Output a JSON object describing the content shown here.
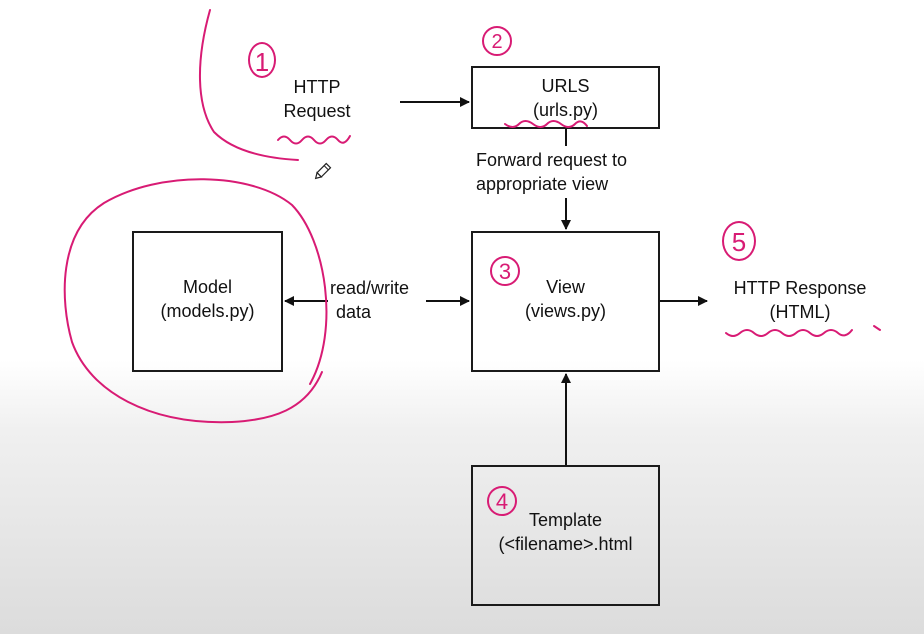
{
  "diagram": {
    "http_request": {
      "line1": "HTTP",
      "line2": "Request"
    },
    "urls": {
      "title": "URLS",
      "file": "(urls.py)"
    },
    "forward_label": {
      "line1": "Forward request to",
      "line2": "appropriate view"
    },
    "view": {
      "title": "View",
      "file": "(views.py)"
    },
    "model": {
      "title": "Model",
      "file": "(models.py)"
    },
    "read_write_label": {
      "line1": "read/write",
      "line2": "data"
    },
    "http_response": {
      "line1": "HTTP Response",
      "line2": "(HTML)"
    },
    "template": {
      "title": "Template",
      "file": "(<filename>.html"
    }
  },
  "annotations": {
    "color": "#d81b74",
    "step_numbers": [
      "1",
      "2",
      "3",
      "4",
      "5"
    ]
  },
  "cursor": {
    "icon": "pencil-icon"
  }
}
